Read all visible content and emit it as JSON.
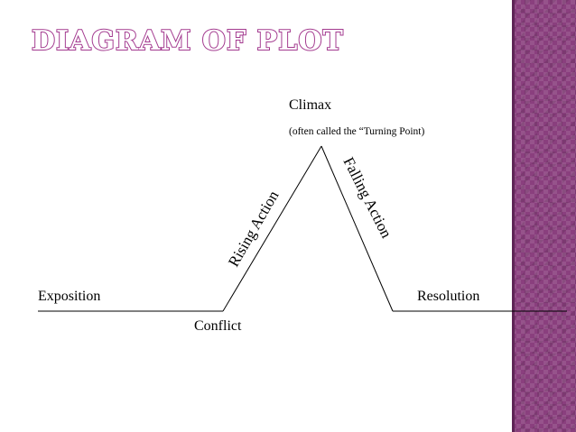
{
  "slide": {
    "title": "DIAGRAM OF PLOT",
    "accent_color": "#a33a8f",
    "band_color": "#8a3f7e"
  },
  "diagram": {
    "labels": {
      "climax": "Climax",
      "climax_note": "(often called the “Turning  Point)",
      "rising_action": "Rising Action",
      "falling_action": "Falling Action",
      "exposition": "Exposition",
      "conflict": "Conflict",
      "resolution": "Resolution"
    }
  }
}
